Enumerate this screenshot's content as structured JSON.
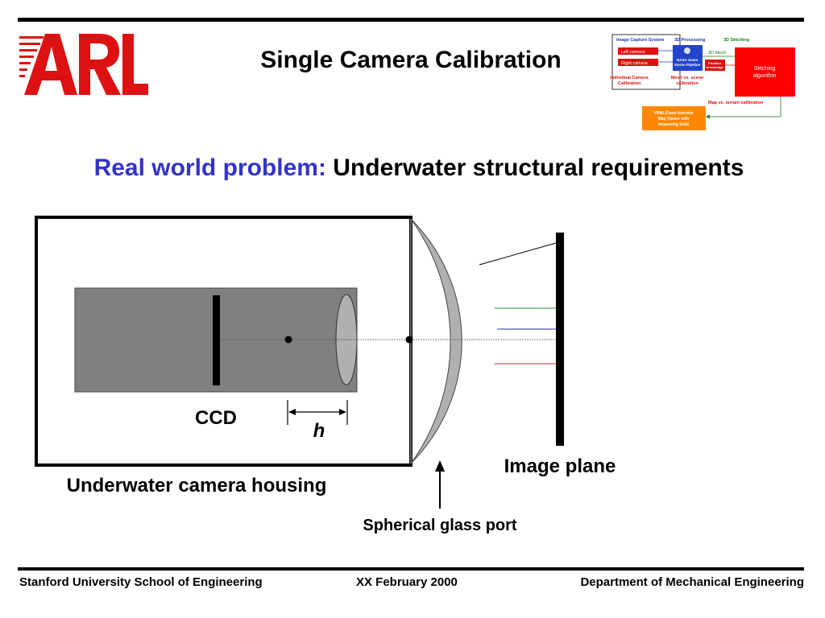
{
  "slide": {
    "title": "Single Camera Calibration",
    "subtitle_lead": "Real world problem:",
    "subtitle_rest": "Underwater structural requirements"
  },
  "logo": {
    "text": "ARL",
    "color": "#dd1111"
  },
  "mini_diagram": {
    "image_capture_system": "Image Capture System",
    "processing_3d": "3D Processing",
    "stitching_3d": "3D Stitching",
    "left_camera": "Left camera",
    "right_camera": "Right camera",
    "nasa_line1": "NASA Ames",
    "nasa_line2": "Stereo Pipeline",
    "mesh_3d": "3D Mesh",
    "position_line1": "Position",
    "position_line2": "Knowledge",
    "stitching_line1": "Stitching",
    "stitching_line2": "algorithm",
    "individual_line1": "Individual Camera",
    "individual_line2": "Calibration",
    "mesh_scene_line1": "Mesh vs. scene",
    "mesh_scene_line2": "calibration",
    "map_terrain": "Map vs. terrain calibration",
    "vrml_line1": "VRML/Open Inventor",
    "vrml_line2": "Map Viewer with",
    "vrml_line3": "measuring tools"
  },
  "diagram": {
    "ccd_label": "CCD",
    "h_label": "h",
    "image_plane_label": "Image plane",
    "housing_label": "Underwater camera housing",
    "port_label": "Spherical glass port"
  },
  "footer": {
    "left": "Stanford University School of Engineering",
    "center": "XX February 2000",
    "right": "Department of Mechanical Engineering"
  },
  "colors": {
    "title_blue": "#3333cc",
    "lens_gray": "#b0b0b0",
    "body_gray": "#808080",
    "ray_green": "#2e8b2e",
    "ray_blue": "#2233aa",
    "ray_red": "#cc2222"
  }
}
